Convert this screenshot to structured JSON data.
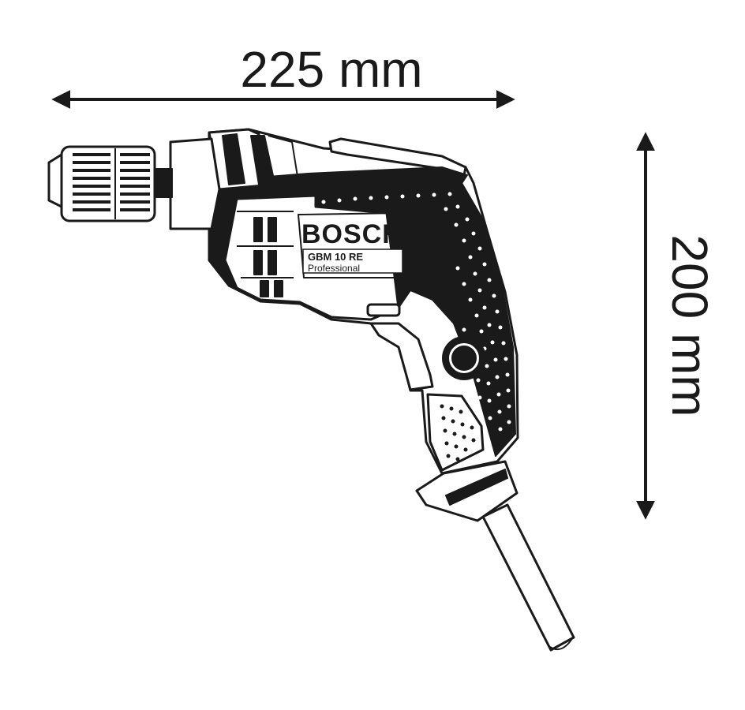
{
  "dimensions": {
    "width_label": "225 mm",
    "height_label": "200 mm"
  },
  "product": {
    "brand": "BOSCH",
    "model": "GBM 10 RE",
    "line": "Professional"
  },
  "colors": {
    "ink": "#1a1a1a",
    "background": "#ffffff"
  }
}
